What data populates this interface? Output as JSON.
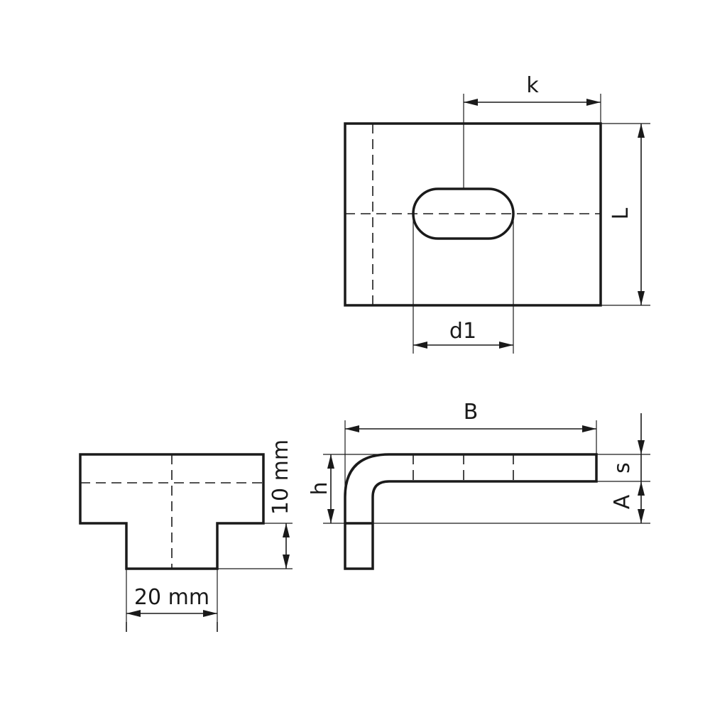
{
  "labels": {
    "k": "k",
    "L": "L",
    "d1": "d1",
    "B": "B",
    "s": "s",
    "A": "A",
    "h": "h",
    "height_10": "10 mm",
    "width_20": "20 mm"
  }
}
